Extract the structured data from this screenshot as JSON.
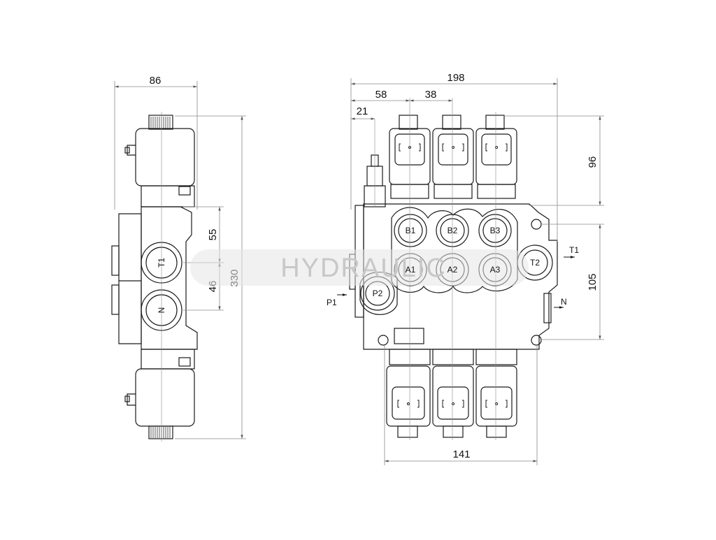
{
  "watermark": "HYDRAULIC",
  "side_view": {
    "dims": {
      "width": "86",
      "height": "330",
      "upper": "55",
      "lower": "46"
    },
    "ports": {
      "t1": "T1",
      "n": "N"
    }
  },
  "front_view": {
    "dims": {
      "width": "198",
      "offset1": "58",
      "pitch": "38",
      "offset2": "21",
      "top": "96",
      "right": "105",
      "bottom": "141"
    },
    "ports": {
      "b1": "B1",
      "b2": "B2",
      "b3": "B3",
      "a1": "A1",
      "a2": "A2",
      "a3": "A3",
      "t2": "T2",
      "p2": "P2"
    },
    "arrow_labels": {
      "t1": "T1",
      "p1": "P1",
      "n": "N"
    }
  },
  "colors": {
    "line": "#1a1a1a",
    "dim_line": "#8a8a8a",
    "watermark": "#d9d9d9"
  }
}
